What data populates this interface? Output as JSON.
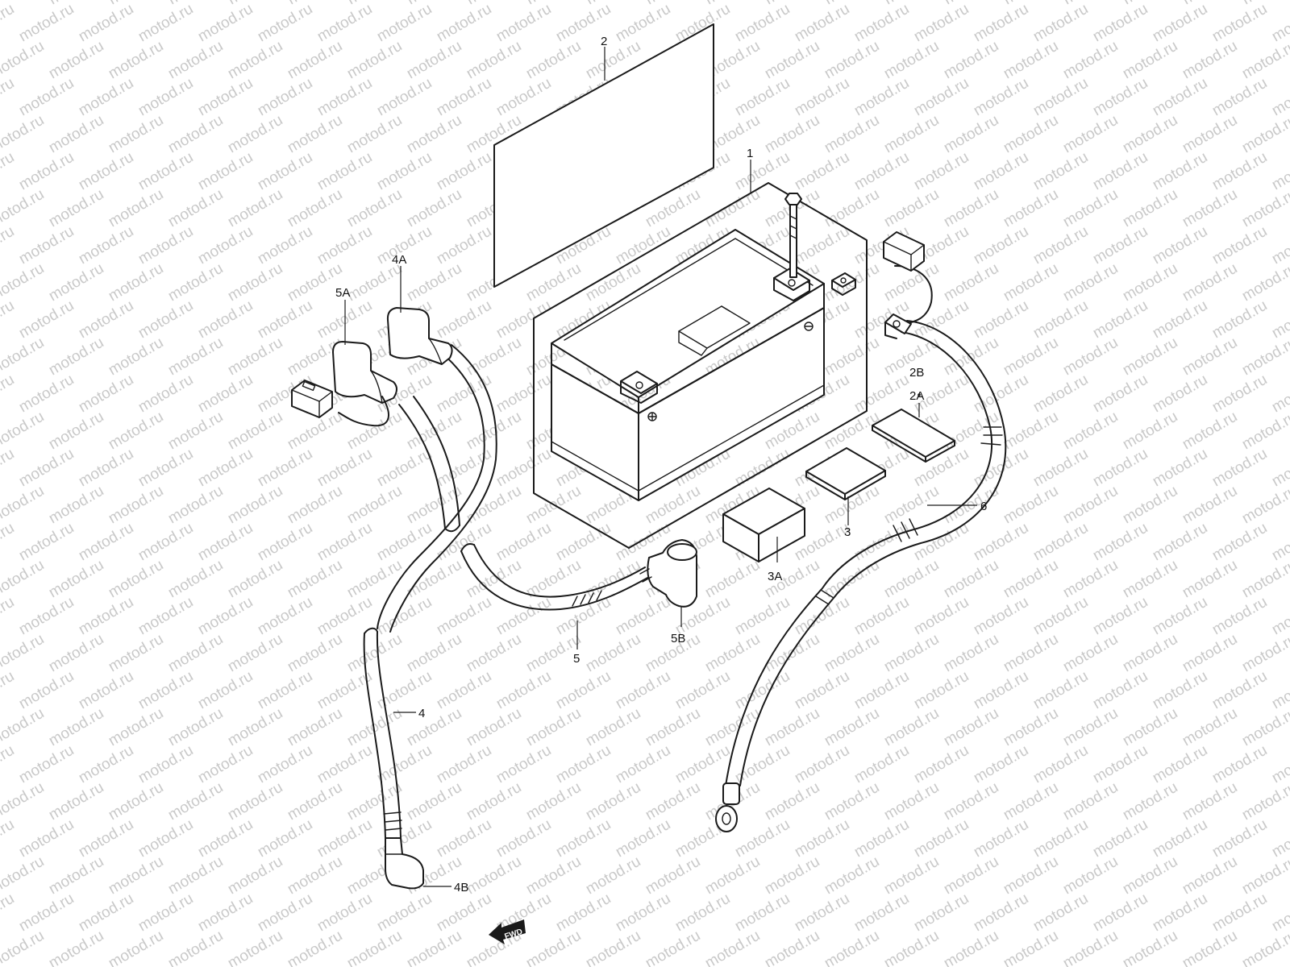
{
  "watermark": "motod.ru",
  "labels": {
    "battery": "1",
    "cover": "2",
    "pad_2a": "2A",
    "pad_2b": "2B",
    "pad_3": "3",
    "pad_3a": "3A",
    "cable_4": "4",
    "cap_4a": "4A",
    "cap_4b": "4B",
    "cable_5": "5",
    "cap_5a": "5A",
    "cap_5b": "5B",
    "cable_6": "6"
  },
  "fwd_arrow": {
    "text": "FWD"
  },
  "colors": {
    "line": "#1a1a1a",
    "watermark": "#c9c9c9",
    "background": "#ffffff"
  }
}
